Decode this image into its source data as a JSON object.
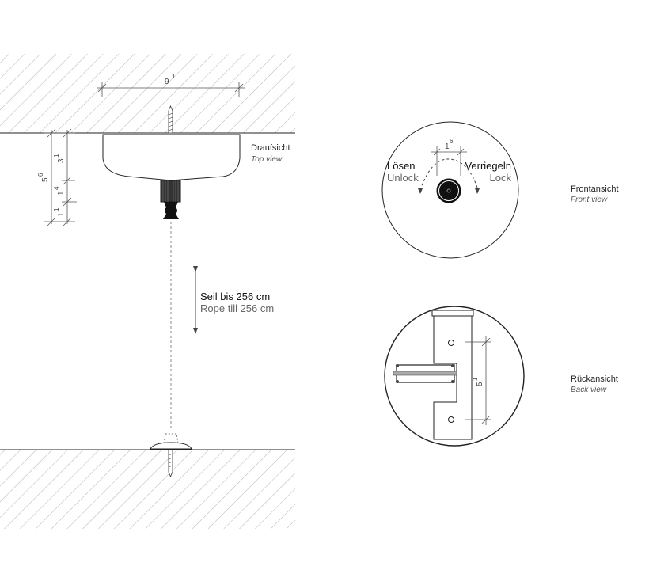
{
  "top_view": {
    "label_de": "Draufsicht",
    "label_en": "Top view"
  },
  "front_view": {
    "label_de": "Frontansicht",
    "label_en": "Front view",
    "unlock_de": "Lösen",
    "unlock_en": "Unlock",
    "lock_de": "Verriegeln",
    "lock_en": "Lock"
  },
  "back_view": {
    "label_de": "Rückansicht",
    "label_en": "Back view"
  },
  "rope": {
    "label_de": "Seil bis 256 cm",
    "label_en": "Rope till 256 cm"
  },
  "dimensions": {
    "width": {
      "main": "9",
      "sup": "1"
    },
    "total_height": {
      "main": "5",
      "sup": "6"
    },
    "body_height": {
      "main": "3",
      "sup": "1"
    },
    "knob_height": {
      "main": "1",
      "sup": "4"
    },
    "spool_height": {
      "main": "1",
      "sup": "1"
    },
    "key_width": {
      "main": "1",
      "sup": "6"
    },
    "hole_spacing": {
      "main": "5",
      "sup": "1"
    }
  },
  "colors": {
    "line": "#222222",
    "hatch": "#9a9a9a",
    "dim": "#555555"
  }
}
